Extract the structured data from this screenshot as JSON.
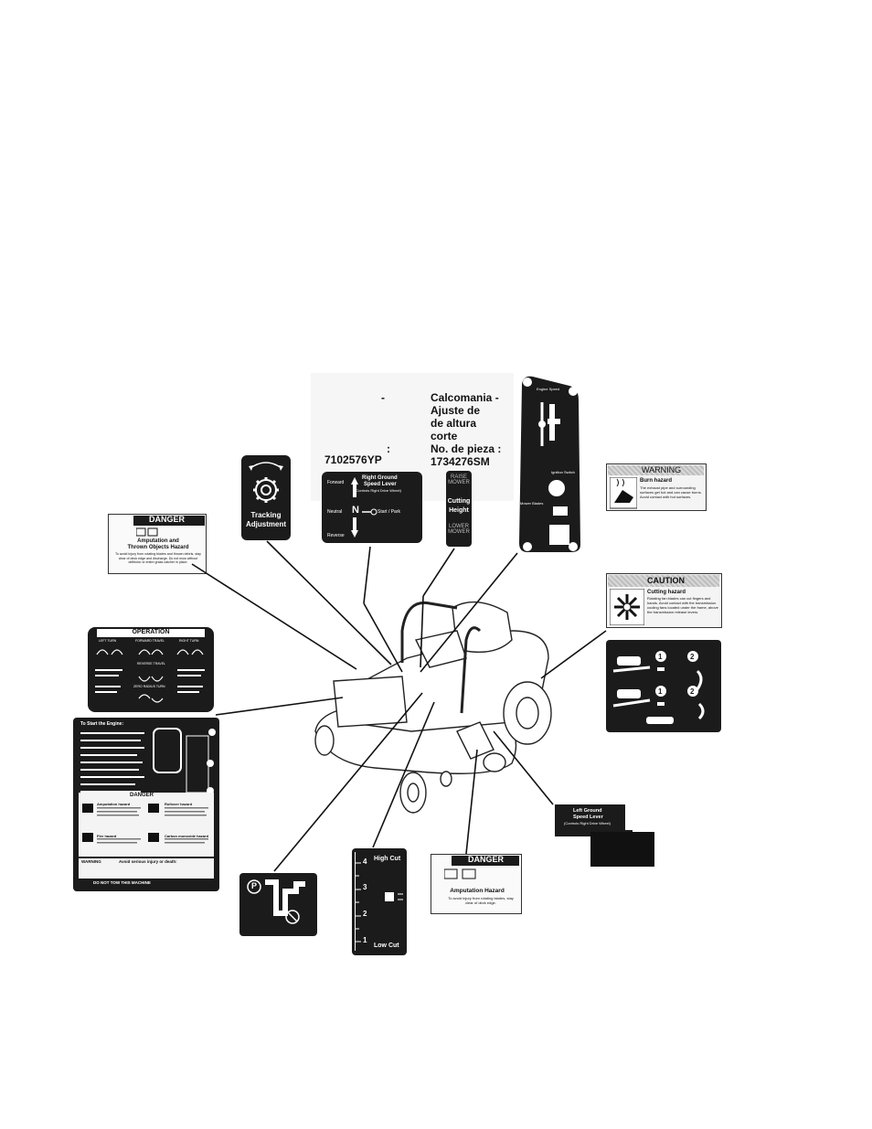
{
  "spanish_label": {
    "dash_left": "-",
    "colon_left": ":",
    "line1": "Calcomania -",
    "line2": "Ajuste de",
    "line3": "de altura",
    "line4": "corte",
    "line5": "No. de pieza :",
    "part_left": "7102576YP",
    "part_right": "1734276SM"
  },
  "tracking_decal": {
    "line1": "Tracking",
    "line2": "Adjustment"
  },
  "speed_lever_decal": {
    "title1": "Right Ground",
    "title2": "Speed Lever",
    "title3": "(Controls Right Drive Wheel)",
    "forward": "Forward",
    "neutral": "Neutral",
    "neutral_letter": "N",
    "reverse": "Reverse",
    "start": "Start / Park"
  },
  "cut_height_decal": {
    "raise": "RAISE MOWER",
    "cutting1": "Cutting",
    "cutting2": "Height",
    "lower": "LOWER MOWER"
  },
  "engine_decal": {
    "engine_speed": "Engine Speed",
    "ignition": "Ignition Switch",
    "blade": "Mower Blades"
  },
  "warning_decal": {
    "header": "WARNING",
    "title": "Burn hazard",
    "body": "The exhaust pipe and surrounding surfaces get hot and can cause burns. Avoid contact with hot surfaces."
  },
  "caution_decal": {
    "header": "CAUTION",
    "title": "Cutting hazard",
    "body": "Rotating fan blades can cut fingers and hands. Avoid contact with the transmission cooling fans located under the frame, above the transmission release levers."
  },
  "danger_left": {
    "header": "DANGER",
    "title1": "Amputation and",
    "title2": "Thrown Objects Hazard",
    "body": "To avoid injury from rotating blades and thrown debris, stay clear of deck edge and discharge. Do not mow without deflector or entire grass catcher in place."
  },
  "operation_decal": {
    "title": "OPERATION",
    "col1": "LEFT TURN",
    "col2": "FORWARD TRAVEL",
    "col3": "RIGHT TURN",
    "row2": "REVERSE TRAVEL",
    "row3": "ZERO RADIUS TURN"
  },
  "start_engine_decal": {
    "title": "To Start the Engine:",
    "danger": "DANGER",
    "haz1": "Amputation hazard",
    "haz2": "Rollover hazard",
    "haz3": "Fire hazard",
    "haz4": "Carbon monoxide hazard",
    "warning": "WARNING",
    "avoid": "Avoid serious injury or death:",
    "footer": "DO NOT TOW THIS MACHINE"
  },
  "left_lever_decal": {
    "line1": "Left Ground",
    "line2": "Speed Lever",
    "line3": "(Controls Right Drive Wheel)"
  },
  "parking_decal": {
    "p_symbol": "P"
  },
  "height_scale": {
    "high": "High Cut",
    "low": "Low Cut",
    "ticks": [
      "4",
      "3",
      "2",
      "1"
    ]
  },
  "danger_bottom": {
    "header": "DANGER",
    "title": "Amputation Hazard",
    "body": "To avoid injury from rotating blades, stay clear of deck edge."
  }
}
